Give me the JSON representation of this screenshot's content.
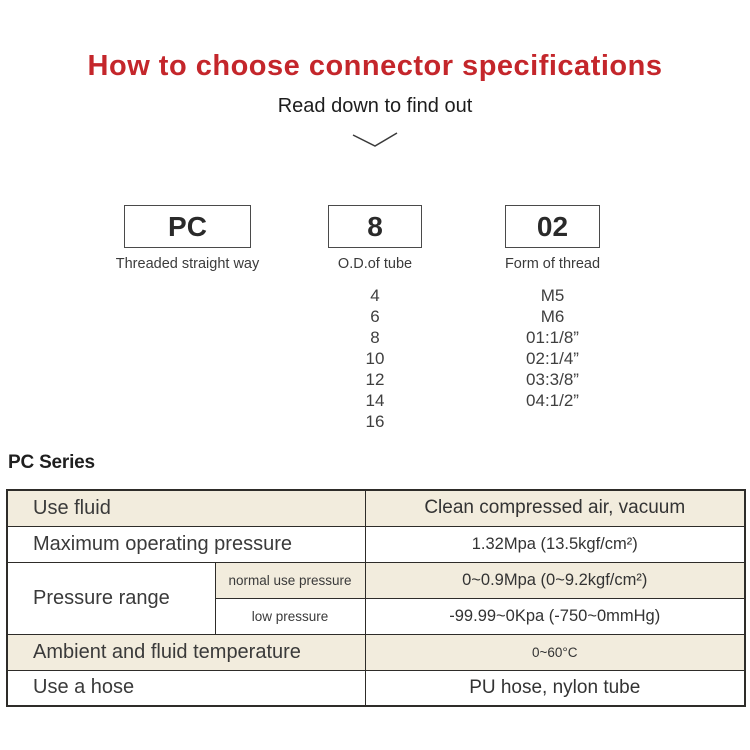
{
  "header": {
    "title": "How to choose connector specifications",
    "subtitle": "Read down to find out",
    "title_color": "#c4262b"
  },
  "picker": {
    "columns": [
      {
        "code": "PC",
        "caption": "Threaded straight way",
        "options": []
      },
      {
        "code": "8",
        "caption": "O.D.of tube",
        "options": [
          "4",
          "6",
          "8",
          "10",
          "12",
          "14",
          "16"
        ]
      },
      {
        "code": "02",
        "caption": "Form of thread",
        "options": [
          "M5",
          "M6",
          "01:1/8”",
          "02:1/4”",
          "03:3/8”",
          "04:1/2”"
        ]
      }
    ]
  },
  "series": {
    "heading": "PC Series"
  },
  "spec_table": {
    "stripe_color": "#f2ecdd",
    "border_color": "#2e2c29",
    "rows": [
      {
        "label": "Use fluid",
        "value": "Clean compressed air, vacuum"
      },
      {
        "label": "Maximum operating pressure",
        "value": "1.32Mpa  (13.5kgf/cm²)"
      },
      {
        "label": "Pressure range",
        "sublabel": "normal use pressure",
        "value": "0~0.9Mpa  (0~9.2kgf/cm²)"
      },
      {
        "sublabel": "low pressure",
        "value": "-99.99~0Kpa  (-750~0mmHg)"
      },
      {
        "label": "Ambient and fluid temperature",
        "value": "0~60°C"
      },
      {
        "label": "Use a hose",
        "value": "PU hose, nylon tube"
      }
    ]
  }
}
